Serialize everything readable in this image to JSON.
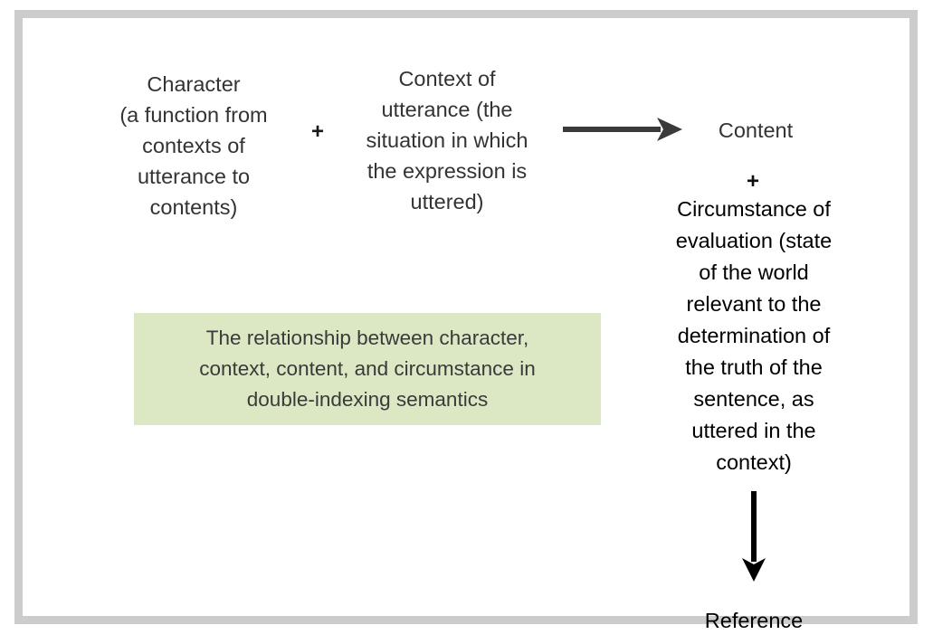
{
  "figure": {
    "frame_border_color": "#cccccc",
    "background_color": "#ffffff",
    "caption_background_color": "#dce8c4",
    "arrow_color": "#3a3a3a",
    "arrow_color_down": "#000000"
  },
  "nodes": {
    "character": "Character\n(a function from\ncontexts of\nutterance to\ncontents)",
    "plus_1": "+",
    "context": "Context of\nutterance (the\nsituation in which\nthe expression is\nuttered)",
    "content": "Content",
    "plus_2": "+",
    "circumstance": "Circumstance of\nevaluation (state\nof the world\nrelevant to the\ndetermination of\nthe truth of the\nsentence, as\nuttered in the\ncontext)",
    "reference": "Reference"
  },
  "arrows": {
    "horizontal": "arrow-right-icon",
    "vertical": "arrow-down-icon"
  },
  "caption": {
    "text": "The relationship between character,\ncontext, content, and circumstance in\ndouble-indexing semantics"
  }
}
